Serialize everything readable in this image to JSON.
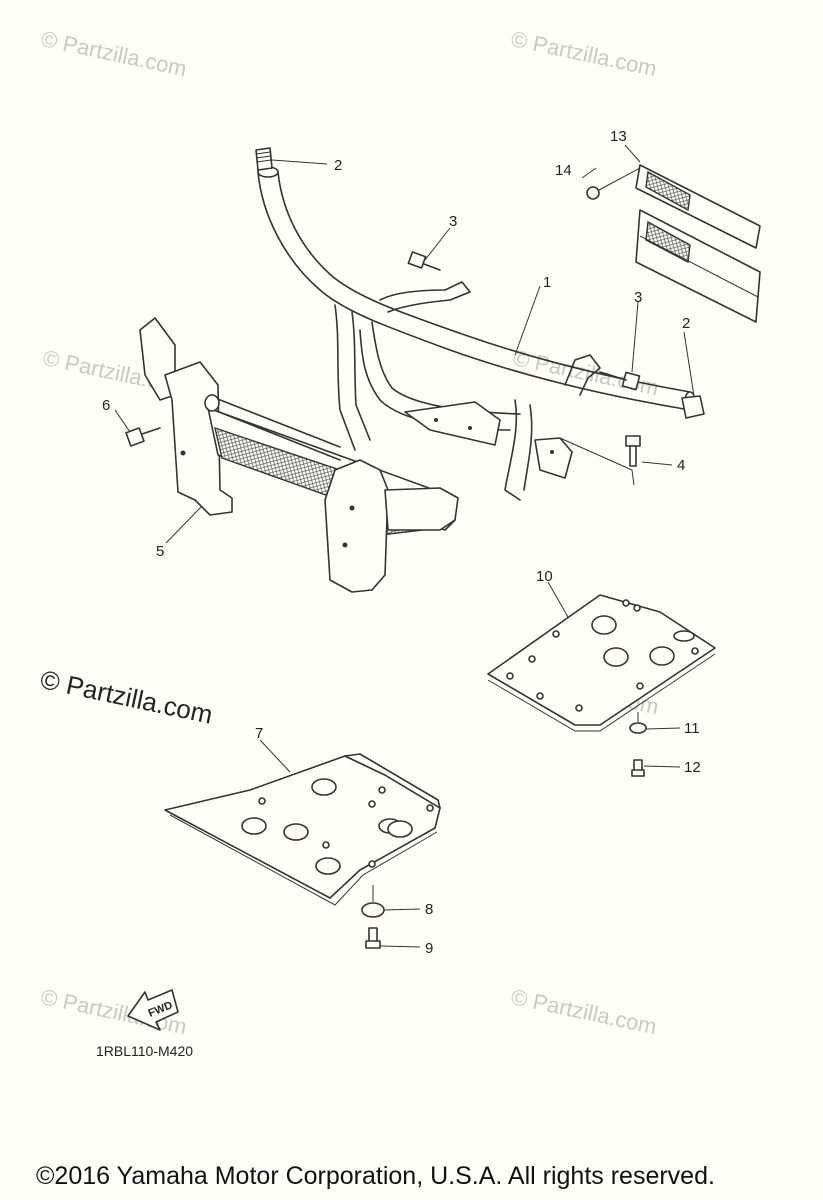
{
  "watermarks": [
    {
      "text": "© Partzilla.com",
      "style": "faint"
    },
    {
      "text": "© Partzilla.com",
      "style": "faint"
    },
    {
      "text": "© Partzilla.com",
      "style": "faint"
    },
    {
      "text": "© Partzilla.com",
      "style": "faint"
    },
    {
      "text": "© Partzilla.com",
      "style": "strong"
    },
    {
      "text": "© Partzilla.com",
      "style": "faint"
    },
    {
      "text": "© Partzilla.com",
      "style": "faint"
    },
    {
      "text": "© Partzilla.com",
      "style": "faint"
    }
  ],
  "callouts": [
    "1",
    "2",
    "2",
    "3",
    "3",
    "4",
    "5",
    "6",
    "7",
    "8",
    "9",
    "10",
    "11",
    "12",
    "13",
    "14"
  ],
  "fwd_label": "FWD",
  "diagram_code": "1RBL110-M420",
  "copyright": "©2016  Yamaha Motor Corporation, U.S.A. All rights reserved."
}
